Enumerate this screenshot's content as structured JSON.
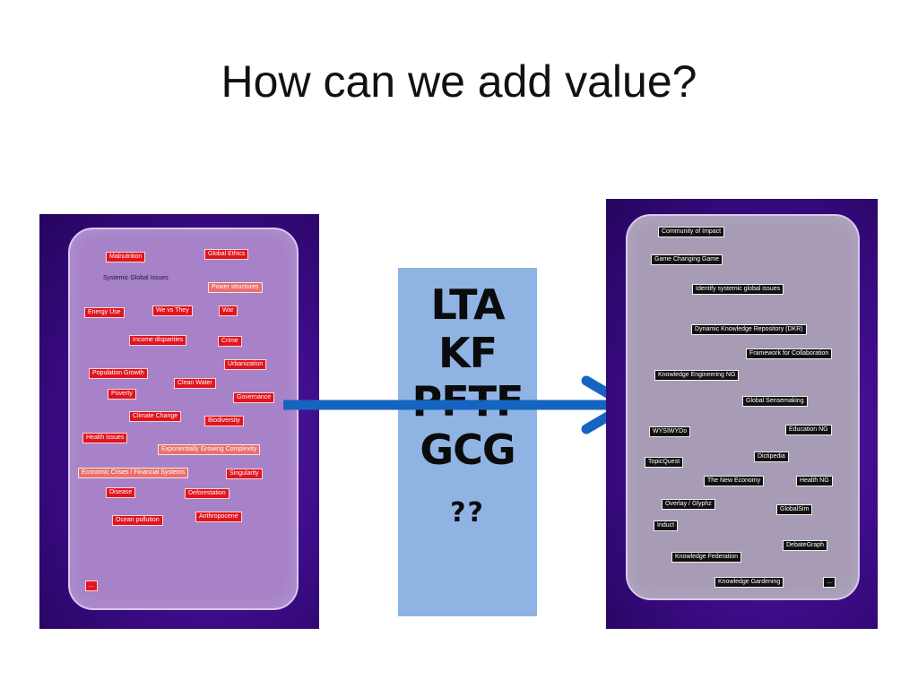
{
  "title": "How can we add value?",
  "left_panel": {
    "items": [
      "Malnutrition",
      "Global Ethics",
      "Systemic Global Issues",
      "Power structures",
      "Energy Use",
      "We vs They",
      "War",
      "Income disparities",
      "Crime",
      "Urbanization",
      "Population Growth",
      "Clean Water",
      "Poverty",
      "Governance",
      "Climate Change",
      "Biodiversity",
      "Health Issues",
      "Exponentially Growing Complexity",
      "Economic Crises / Financial Systems",
      "Singularity",
      "Disease",
      "Deforestation",
      "Ocean pollution",
      "Anthropocene",
      "..."
    ]
  },
  "center": {
    "acronyms": [
      "LTA",
      "KF",
      "PFTF",
      "GCG"
    ],
    "question": "??"
  },
  "right_panel": {
    "items": [
      "Community of Impact",
      "Game Changing Game",
      "Identify systemic global issues",
      "Dynamic Knowledge Repository (DKR)",
      "Framework for Collaboration",
      "Knowledge Engineering NG",
      "Global Sensemaking",
      "WYSIWYDo",
      "Education  NG",
      "Dictipedia",
      "TopicQuest",
      "The New Economy",
      "Health NG",
      "Overlay / Glyphz",
      "GlobalSim",
      "Induct",
      "DebateGraph",
      "Knowledge Federation",
      "Knowledge Gardening",
      "..."
    ]
  },
  "colors": {
    "panel_bg": "#3c0b86",
    "card_left": "#a782c8",
    "card_right": "#a79bb6",
    "tag_red": "#e0151f",
    "tag_pink": "#e8716e",
    "tag_dark": "#111111",
    "center_box": "#8fb4e3",
    "arrow": "#1565c0"
  }
}
